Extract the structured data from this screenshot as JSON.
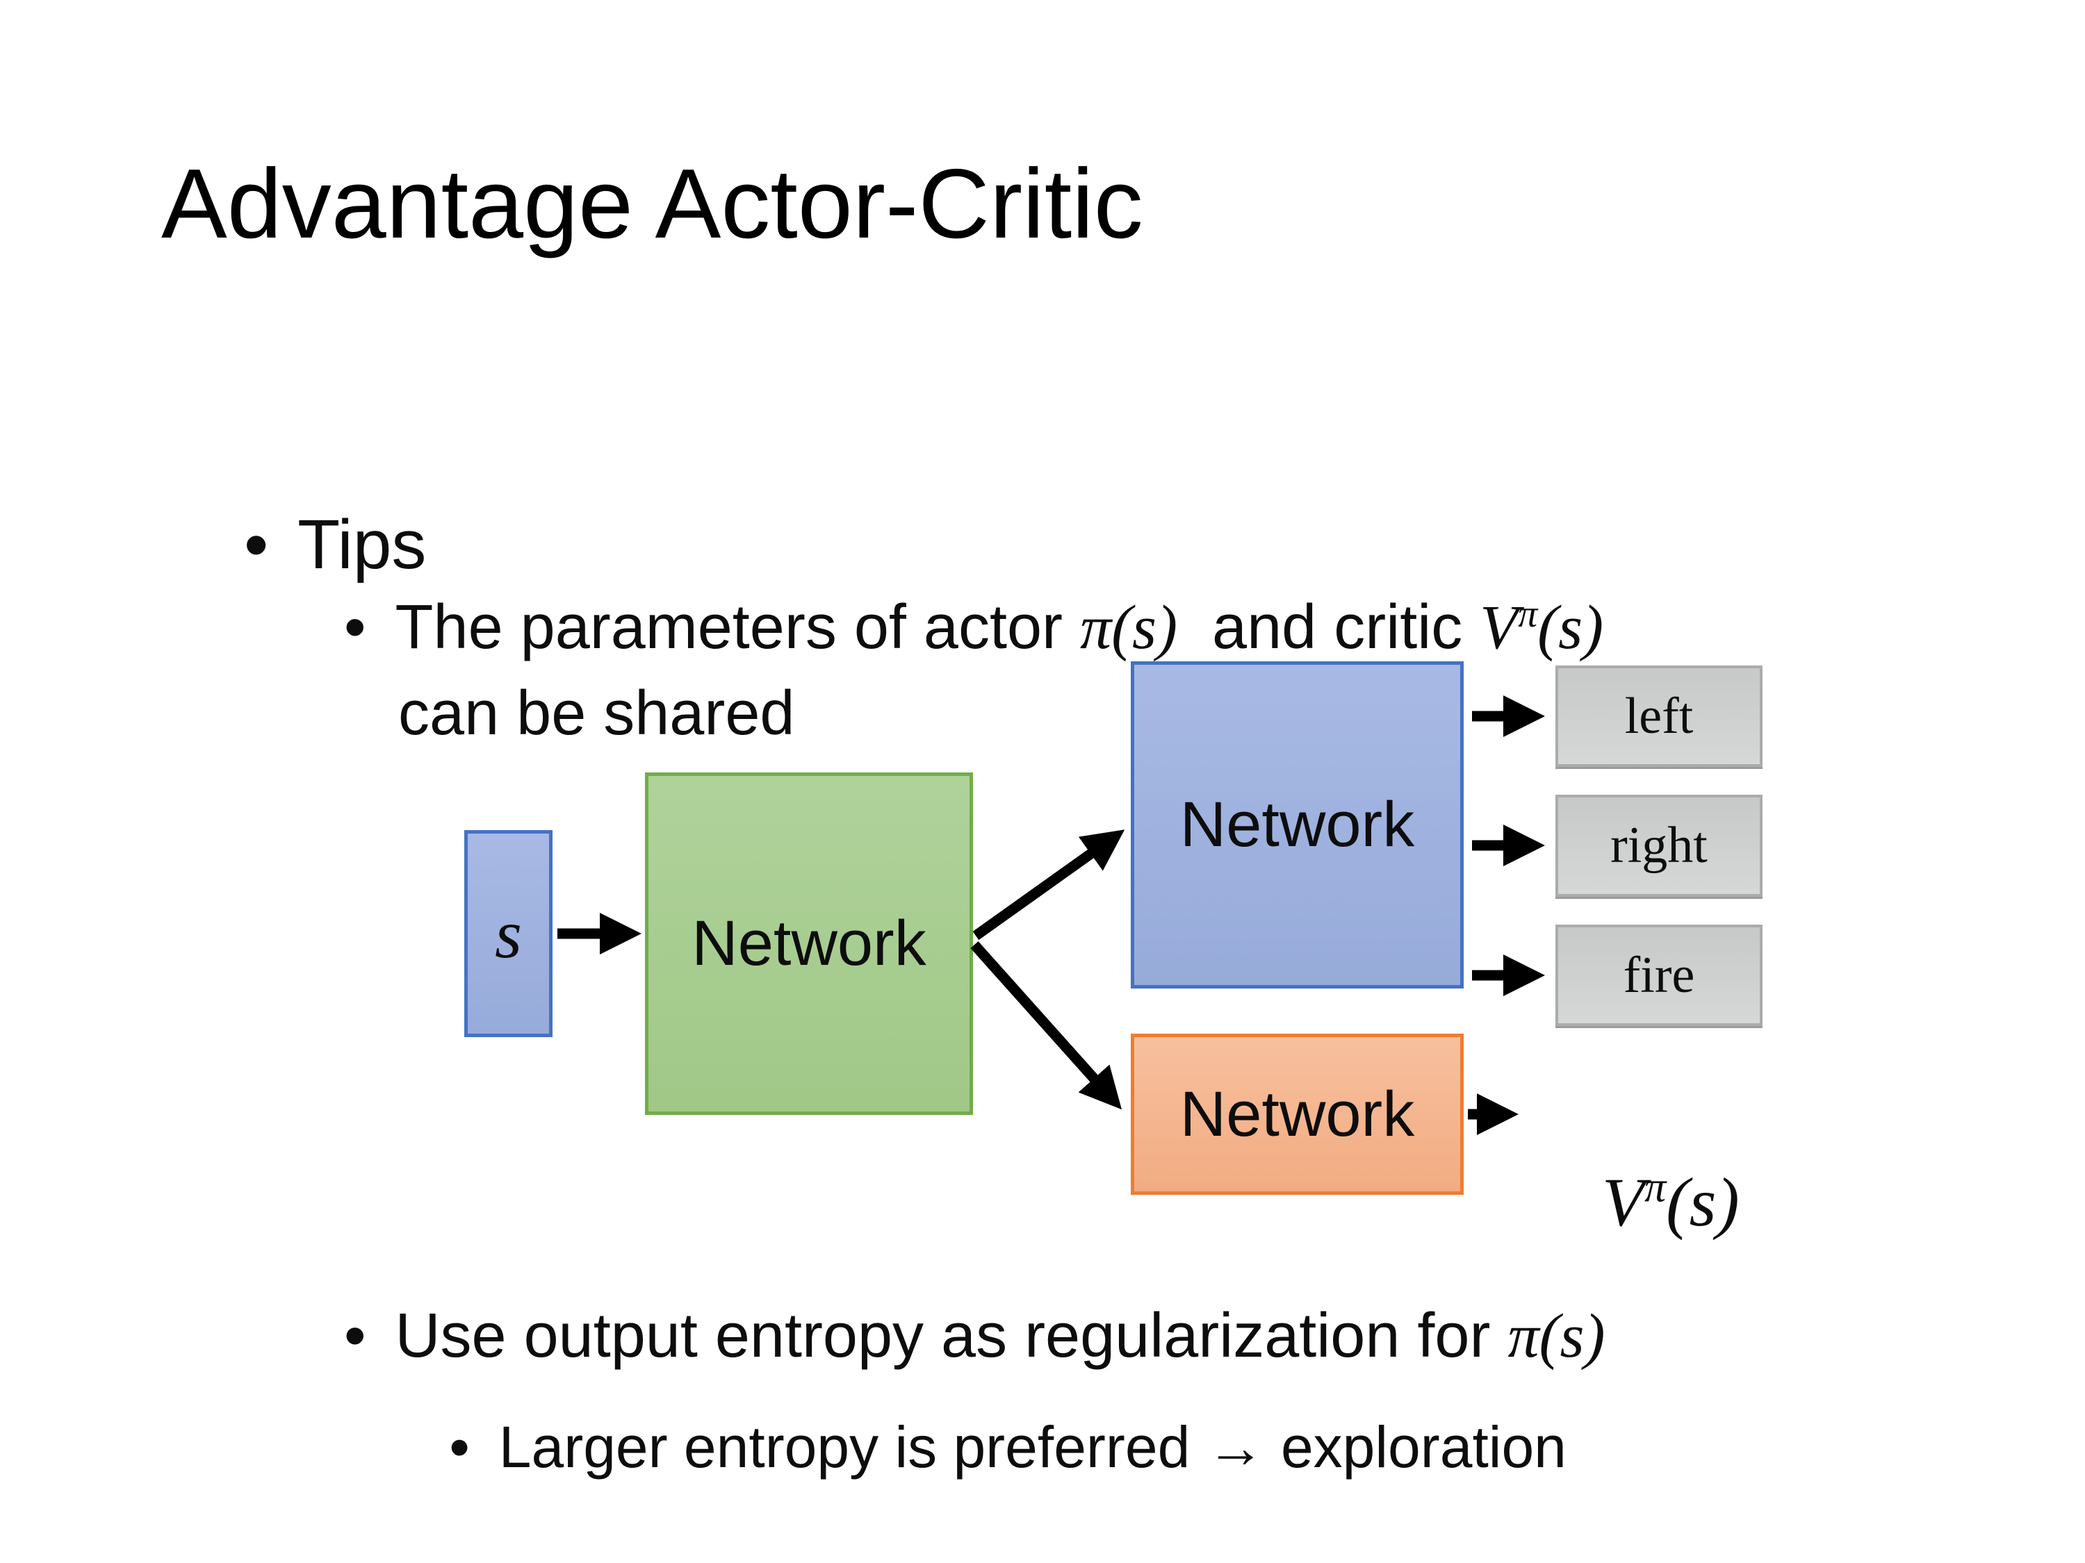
{
  "slide": {
    "title": "Advantage Actor-Critic",
    "bullets": {
      "tips": {
        "bullet": "•",
        "text": "Tips"
      },
      "shared": {
        "bullet": "•",
        "pre": "The parameters of actor ",
        "math_pi": "π(s)",
        "mid": "  and critic ",
        "v": "V",
        "v_sup": "π",
        "v_args": "(s)",
        "cont": "can be shared"
      },
      "entropy": {
        "bullet": "•",
        "pre": "Use output entropy as regularization for ",
        "math_pi": "π(s)"
      },
      "exploration": {
        "bullet": "•",
        "text": "Larger entropy is preferred → exploration"
      }
    },
    "diagram": {
      "state_label": "s",
      "shared_network_label": "Network",
      "actor_network_label": "Network",
      "critic_network_label": "Network",
      "actions": [
        "left",
        "right",
        "fire"
      ],
      "critic_output": {
        "v": "V",
        "sup": "π",
        "args": "(s)"
      },
      "colors": {
        "state_fill": "#9FB3DF",
        "state_border": "#4472C4",
        "shared_fill": "#A8CD92",
        "shared_border": "#70AD47",
        "actor_fill": "#9FB1DE",
        "actor_border": "#4472C4",
        "critic_fill": "#F5B58F",
        "critic_border": "#ED7D31",
        "action_fill": "#CFD1D0",
        "action_border": "#AAACAB",
        "arrow": "#000000",
        "text": "#0D0D0D",
        "background": "#FFFFFF"
      }
    }
  }
}
